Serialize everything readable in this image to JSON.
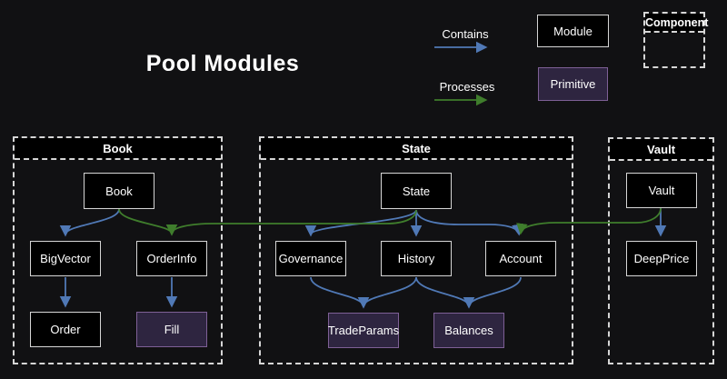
{
  "title": "Pool Modules",
  "colors": {
    "background": "#111113",
    "text": "#ffffff",
    "module_fill": "#000000",
    "module_border": "#d6d6d6",
    "primitive_fill": "#2e2540",
    "primitive_border": "#7e6096",
    "dash": "#d6d6d6",
    "contains": "#5079b6",
    "processes": "#3f7d2c"
  },
  "legend": {
    "contains_label": "Contains",
    "processes_label": "Processes",
    "module_label": "Module",
    "primitive_label": "Primitive",
    "component_label": "Component"
  },
  "clusters": [
    {
      "label": "Book"
    },
    {
      "label": "State"
    },
    {
      "label": "Vault"
    }
  ],
  "nodes": {
    "book": "Book",
    "bigvector": "BigVector",
    "orderinfo": "OrderInfo",
    "order": "Order",
    "fill": "Fill",
    "state": "State",
    "governance": "Governance",
    "history": "History",
    "account": "Account",
    "tradeparams": "TradeParams",
    "balances": "Balances",
    "vault": "Vault",
    "deepprice": "DeepPrice"
  },
  "edges": [
    {
      "from": "Book",
      "to": "BigVector",
      "type": "contains"
    },
    {
      "from": "Book",
      "to": "OrderInfo",
      "type": "processes"
    },
    {
      "from": "BigVector",
      "to": "Order",
      "type": "contains"
    },
    {
      "from": "OrderInfo",
      "to": "Fill",
      "type": "contains"
    },
    {
      "from": "State",
      "to": "Governance",
      "type": "contains"
    },
    {
      "from": "State",
      "to": "History",
      "type": "contains"
    },
    {
      "from": "State",
      "to": "Account",
      "type": "contains"
    },
    {
      "from": "State",
      "to": "OrderInfo",
      "type": "processes"
    },
    {
      "from": "Governance",
      "to": "TradeParams",
      "type": "contains"
    },
    {
      "from": "History",
      "to": "TradeParams",
      "type": "contains"
    },
    {
      "from": "History",
      "to": "Balances",
      "type": "contains"
    },
    {
      "from": "Account",
      "to": "Balances",
      "type": "contains"
    },
    {
      "from": "Vault",
      "to": "DeepPrice",
      "type": "contains"
    },
    {
      "from": "Vault",
      "to": "Account",
      "type": "processes"
    }
  ]
}
